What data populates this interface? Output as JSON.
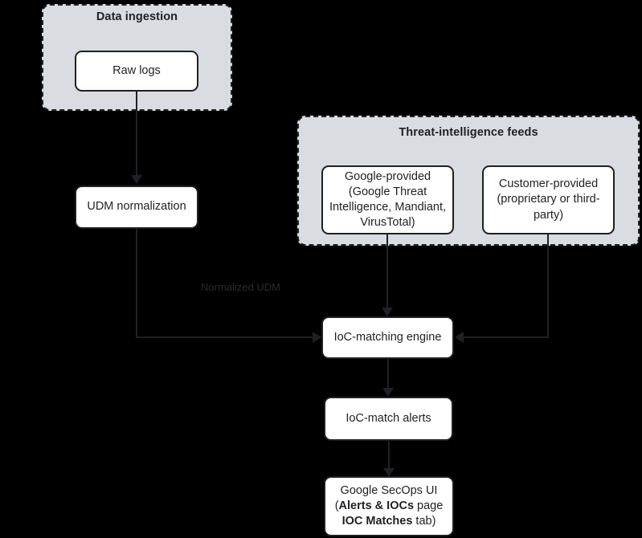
{
  "diagram": {
    "background_color": "#000000",
    "group_fill_color": "#d9dce0",
    "stroke_color": "#202124",
    "node_fill_color": "#ffffff",
    "groups": [
      {
        "id": "data-ingestion",
        "title": "Data ingestion"
      },
      {
        "id": "threat-intelligence-feeds",
        "title": "Threat-intelligence feeds"
      }
    ],
    "nodes": [
      {
        "id": "raw-logs",
        "label": "Raw logs"
      },
      {
        "id": "udm-normalization",
        "label": "UDM normalization"
      },
      {
        "id": "google-provided",
        "label": "Google-provided (Google Threat Intelligence, Mandiant, VirusTotal)"
      },
      {
        "id": "customer-provided",
        "label": "Customer-provided (proprietary or third-party)"
      },
      {
        "id": "ioc-matching-engine",
        "label": "IoC-matching engine"
      },
      {
        "id": "ioc-match-alerts",
        "label": "IoC-match alerts"
      },
      {
        "id": "google-secops-ui",
        "line1": "Google SecOps UI",
        "line2_bold": "Alerts & IOCs",
        "line2_rest": " page",
        "line2_prefix": "(",
        "line3_bold": "IOC Matches",
        "line3_rest": " tab)"
      }
    ],
    "edges": [
      {
        "id": "raw-logs-to-udm",
        "label": ""
      },
      {
        "id": "udm-to-ioc-engine",
        "label": "Normalized UDM"
      },
      {
        "id": "google-feed-to-ioc-engine",
        "label": ""
      },
      {
        "id": "customer-feed-to-ioc-engine",
        "label": ""
      },
      {
        "id": "ioc-engine-to-alerts",
        "label": ""
      },
      {
        "id": "alerts-to-secops-ui",
        "label": ""
      }
    ]
  }
}
